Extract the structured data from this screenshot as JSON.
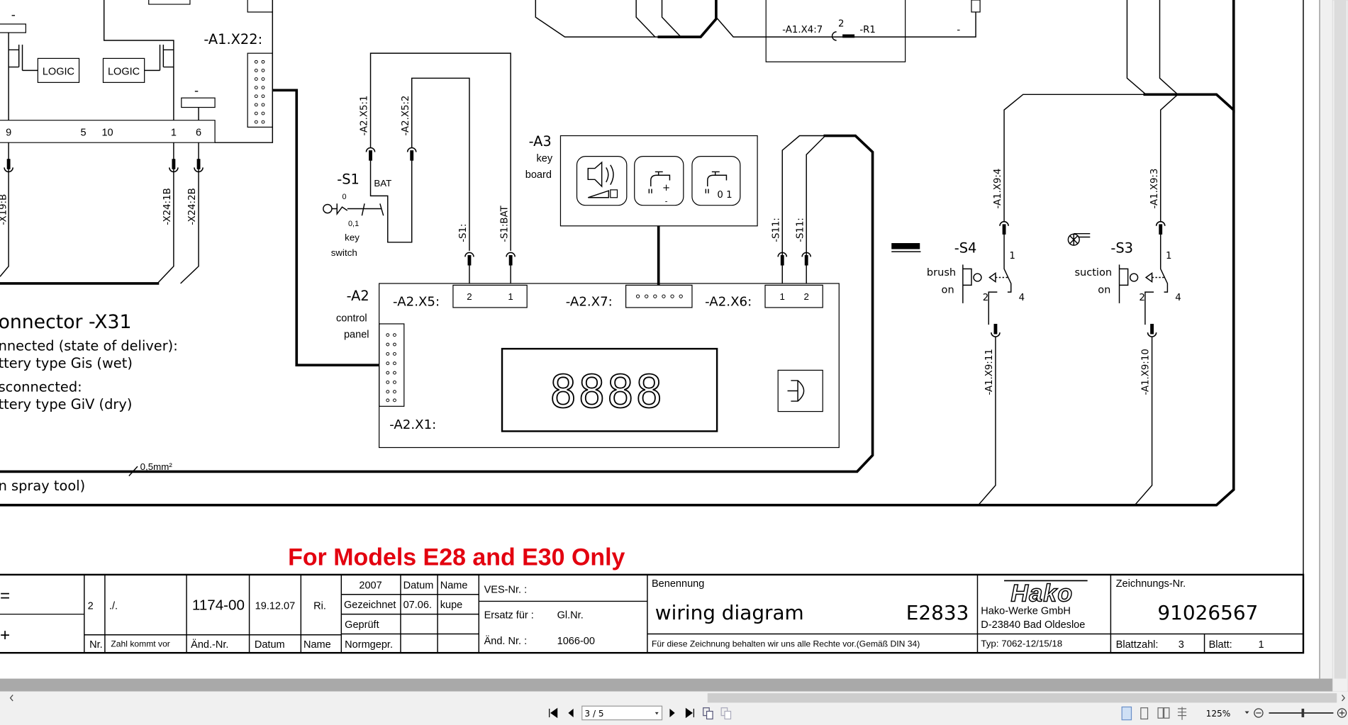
{
  "colors": {
    "accent_red": "#e3000f",
    "chrome_gray": "#e6e6e6",
    "page_bg": "#ffffff"
  },
  "diagram": {
    "top_left": {
      "pins": [
        "9",
        "5",
        "10",
        "1",
        "6"
      ],
      "logic": [
        "LOGIC",
        "LOGIC"
      ],
      "minus": [
        "-",
        "-"
      ],
      "wire_labels": [
        "-X19:B",
        "-X24:1B",
        "-X24:2B"
      ],
      "connector": "-A1.X22:"
    },
    "top_mid": {
      "a1x4": "-A1.X4:7",
      "pin": "2",
      "r1": "-R1",
      "minus": "-"
    },
    "s1": {
      "id": "-S1",
      "bat": "BAT",
      "pos0": "0",
      "pos01": "0,1",
      "desc1": "key",
      "desc2": "switch",
      "wire_labels": [
        "-A2.X5:1",
        "-A2.X5:2",
        "-S1:",
        "-S1:BAT"
      ]
    },
    "a3": {
      "id": "-A3",
      "desc1": "key",
      "desc2": "board",
      "btn2_sym": "+",
      "btn2_sym2": "-",
      "btn3_sym": "0 1",
      "icons": [
        "speaker-volume-icon",
        "water-tap-plus-minus-icon",
        "water-tap-on-off-icon"
      ]
    },
    "a2": {
      "id": "-A2",
      "desc1": "control",
      "desc2": "panel",
      "x5": "-A2.X5:",
      "x5_pins": [
        "2",
        "1"
      ],
      "x7": "-A2.X7:",
      "x6": "-A2.X6:",
      "x6_pins": [
        "1",
        "2"
      ],
      "x1": "-A2.X1:",
      "display": "8888",
      "s11_labels": [
        "-S11:",
        "-S11:"
      ]
    },
    "s4": {
      "id": "-S4",
      "desc1": "brush",
      "desc2": "on",
      "pins": [
        "1",
        "2",
        "4"
      ],
      "wire_top": "-A1.X9:4",
      "wire_bottom": "-A1.X9:11"
    },
    "s3": {
      "id": "-S3",
      "desc1": "suction",
      "desc2": "on",
      "pins": [
        "1",
        "2",
        "4"
      ],
      "wire_top": "-A1.X9:3",
      "wire_bottom": "-A1.X9:10"
    },
    "notes": {
      "x31_title": "onnector -X31",
      "line1": "nnected (state of deliver):",
      "line2": "ttery type Gis (wet)",
      "line3": "sconnected:",
      "line4": "ttery type GiV (dry)",
      "spray": "n spray tool)",
      "cross_section": "0,5mm²"
    },
    "banner": "For Models E28 and E30 Only"
  },
  "title_block": {
    "eq": "=",
    "plus": "+",
    "rev": {
      "nr": "2",
      "zahl": "./.",
      "aend_nr": "1174-00",
      "datum": "19.12.07",
      "name": "Ri."
    },
    "rev_headers": {
      "nr": "Nr.",
      "zahl": "Zahl kommt vor",
      "aend_nr": "Änd.-Nr.",
      "datum": "Datum",
      "name": "Name"
    },
    "year": "2007",
    "datum_h": "Datum",
    "name_h": "Name",
    "gezeichnet": "Gezeichnet",
    "gez_datum": "07.06.",
    "gez_name": "kupe",
    "geprueft": "Geprüft",
    "normgepr": "Normgepr.",
    "ves": "VES-Nr. :",
    "ersatz": "Ersatz für :",
    "glnr": "Gl.Nr.",
    "aend_label": "Änd. Nr. :",
    "aend_value": "1066-00",
    "benennung": "Benennung",
    "title": "wiring diagram",
    "model": "E2833",
    "rights": "Für diese Zeichnung behalten wir uns alle Rechte vor.(Gemäß DIN 34)",
    "logo": "Hako",
    "company": "Hako-Werke GmbH",
    "address": "D-23840 Bad Oldesloe",
    "typ": "Typ: 7062-12/15/18",
    "zeichnungs_label": "Zeichnungs-Nr.",
    "zeichnungs_nr": "91026567",
    "blattzahl_label": "Blattzahl:",
    "blattzahl": "3",
    "blatt_label": "Blatt:",
    "blatt": "1"
  },
  "viewer": {
    "page_field": "3 / 5",
    "zoom": "125%"
  }
}
